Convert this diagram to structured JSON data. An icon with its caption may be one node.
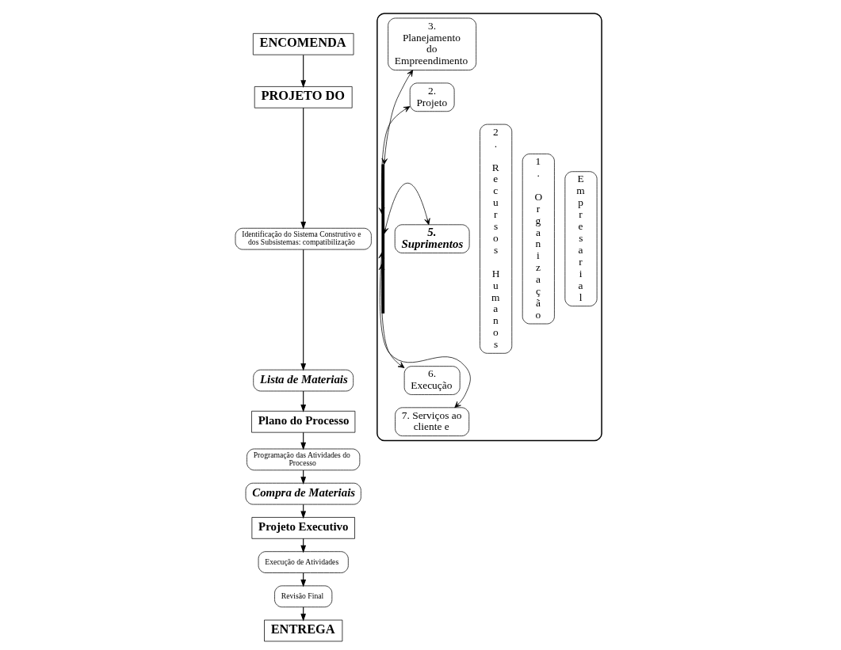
{
  "diagram": {
    "nodes": [
      {
        "text": [
          "ENCOMENDA"
        ]
      },
      {
        "text": [
          "PROJETO DO"
        ]
      },
      {
        "text": [
          "Identificação do Sistema Construtivo e dos Subsistemas: compatibilização"
        ]
      },
      {
        "text": [
          "Lista de Materiais"
        ]
      },
      {
        "text": [
          "Plano do Processo"
        ]
      },
      {
        "text": [
          "Programação das Atividades do Processo"
        ]
      },
      {
        "text": [
          "Compra de Materiais"
        ]
      },
      {
        "text": [
          "Projeto Executivo"
        ]
      },
      {
        "text": [
          "Execução de Atividades"
        ]
      },
      {
        "text": [
          "Revisão Final"
        ]
      },
      {
        "text": [
          "ENTREGA"
        ]
      },
      {
        "text": [],
        "shape": "box"
      },
      {
        "text": [],
        "shape": "bar",
        "in": 11
      },
      {
        "text": [
          "3. Planejamento do Empreendimento"
        ],
        "in": 11
      },
      {
        "text": [
          "2. Projeto"
        ],
        "in": 11
      },
      {
        "text": [
          "5. Suprimentos"
        ],
        "in": 11
      },
      {
        "text": [
          "6. Execução"
        ],
        "in": 11
      },
      {
        "text": [
          "7. Serviços ao cliente e"
        ],
        "in": 11
      },
      {
        "text": [
          "2. Recursos Humanos"
        ],
        "in": 11
      },
      {
        "text": [
          "1. Organização"
        ],
        "in": 11
      },
      {
        "text": [
          "Empresarial"
        ],
        "in": 11
      }
    ],
    "edges": [
      {
        "from": 0,
        "to": 1,
        "arrow": "to"
      },
      {
        "from": 1,
        "to": 2,
        "arrow": "to"
      },
      {
        "from": 2,
        "to": 3,
        "arrow": "to"
      },
      {
        "from": 3,
        "to": 4,
        "arrow": "to"
      },
      {
        "from": 4,
        "to": 5,
        "arrow": "to"
      },
      {
        "from": 5,
        "to": 6,
        "arrow": "to"
      },
      {
        "from": 6,
        "to": 7,
        "arrow": "to"
      },
      {
        "from": 7,
        "to": 8,
        "arrow": "to"
      },
      {
        "from": 8,
        "to": 9,
        "arrow": "to"
      },
      {
        "from": 9,
        "to": 10,
        "arrow": "to"
      },
      {
        "from": 12,
        "to": 13,
        "arrow": "both"
      },
      {
        "from": 12,
        "to": 14,
        "arrow": "both"
      },
      {
        "from": 12,
        "to": 15,
        "arrow": "both"
      },
      {
        "from": 12,
        "to": 16,
        "arrow": "both"
      },
      {
        "from": 12,
        "to": 17,
        "arrow": "both"
      }
    ]
  }
}
